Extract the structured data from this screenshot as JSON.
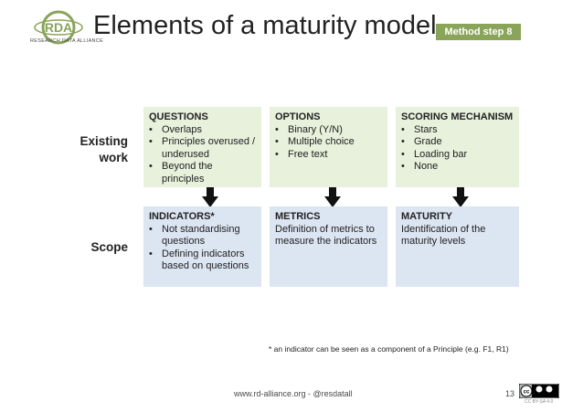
{
  "header": {
    "logo_text": "RDA",
    "logo_subtext": "RESEARCH DATA ALLIANCE",
    "title": "Elements of a maturity model",
    "step_badge": "Method step 8"
  },
  "rows": {
    "existing_label_1": "Existing",
    "existing_label_2": "work",
    "scope_label": "Scope"
  },
  "existing": [
    {
      "heading": "QUESTIONS",
      "items": [
        "Overlaps",
        "Principles overused /\nunderused",
        "Beyond the principles"
      ]
    },
    {
      "heading": "OPTIONS",
      "items": [
        "Binary (Y/N)",
        "Multiple choice",
        "Free text"
      ]
    },
    {
      "heading": "SCORING MECHANISM",
      "items": [
        "Stars",
        "Grade",
        "Loading bar",
        "None"
      ]
    }
  ],
  "scope": [
    {
      "heading": "INDICATORS*",
      "items": [
        "Not standardising\nquestions",
        "Defining indicators\nbased on questions"
      ]
    },
    {
      "heading": "METRICS",
      "text": "Definition of metrics to\nmeasure the indicators"
    },
    {
      "heading": "MATURITY",
      "text": "Identification of the\nmaturity levels"
    }
  ],
  "footnote": "* an indicator can be seen as a component of a Principle (e.g. F1, R1)",
  "footer": {
    "url": "www.rd-alliance.org -  @resdatall",
    "page": "13",
    "license": "CC BY-SA 4.0"
  },
  "colors": {
    "badge": "#8aa45a",
    "existing_box": "#e7f1dc",
    "scope_box": "#dce5f2",
    "logo_green": "#8aa45a"
  }
}
